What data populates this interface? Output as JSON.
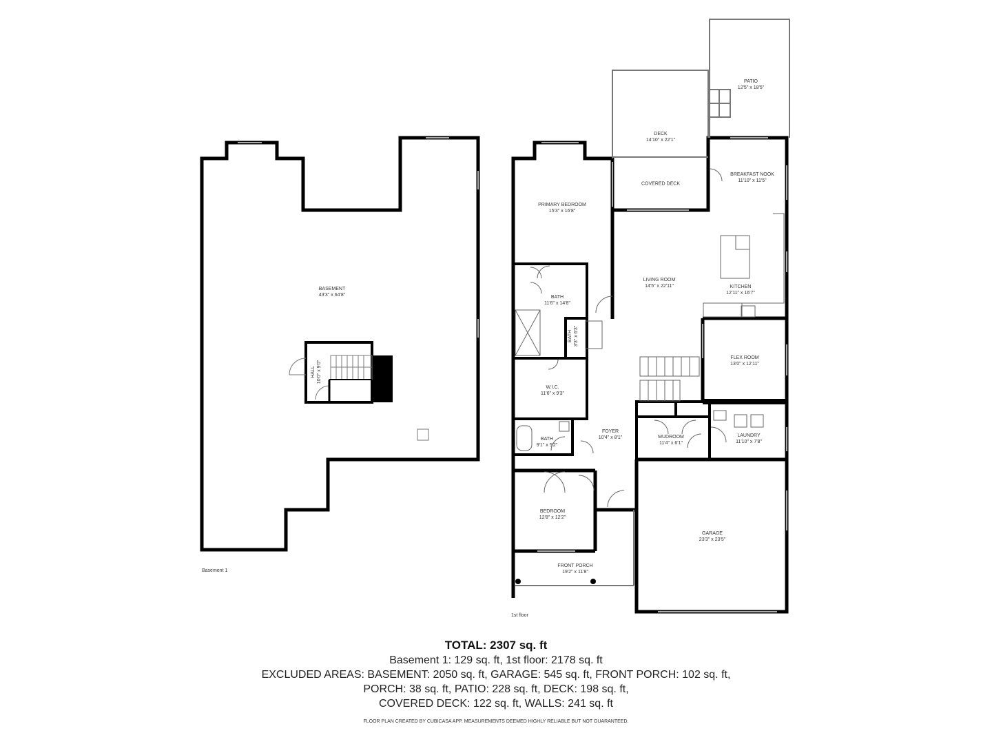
{
  "floors": [
    {
      "id": "basement",
      "label": "Basement 1"
    },
    {
      "id": "first",
      "label": "1st floor"
    }
  ],
  "rooms": {
    "basement": {
      "name": "BASEMENT",
      "dims": "43'3\" x 64'8\""
    },
    "hall": {
      "name": "HALL",
      "dims": "10'0\" x 9'0\""
    },
    "patio": {
      "name": "PATIO",
      "dims": "12'5\" x 18'5\""
    },
    "deck": {
      "name": "DECK",
      "dims": "14'10\" x 22'1\""
    },
    "covered_deck": {
      "name": "COVERED DECK",
      "dims": ""
    },
    "breakfast_nook": {
      "name": "BREAKFAST NOOK",
      "dims": "11'10\" x 11'5\""
    },
    "primary_bedroom": {
      "name": "PRIMARY BEDROOM",
      "dims": "15'3\" x 16'8\""
    },
    "living_room": {
      "name": "LIVING ROOM",
      "dims": "14'5\" x 22'11\""
    },
    "kitchen": {
      "name": "KITCHEN",
      "dims": "12'11\" x 16'7\""
    },
    "primary_bath": {
      "name": "BATH",
      "dims": "11'6\" x 14'8\""
    },
    "half_bath": {
      "name": "BATH",
      "dims": "3'3\" x 6'3\""
    },
    "flex_room": {
      "name": "FLEX ROOM",
      "dims": "13'0\" x 12'11\""
    },
    "wic": {
      "name": "W.I.C.",
      "dims": "11'6\" x 9'3\""
    },
    "foyer": {
      "name": "FOYER",
      "dims": "10'4\" x 8'1\""
    },
    "mudroom": {
      "name": "MUDROOM",
      "dims": "11'4\" x 6'1\""
    },
    "laundry": {
      "name": "LAUNDRY",
      "dims": "11'10\" x 7'8\""
    },
    "bath2": {
      "name": "BATH",
      "dims": "9'1\" x 5'2\""
    },
    "bedroom": {
      "name": "BEDROOM",
      "dims": "12'8\" x 12'2\""
    },
    "garage": {
      "name": "GARAGE",
      "dims": "23'3\" x 23'5\""
    },
    "front_porch": {
      "name": "FRONT PORCH",
      "dims": "19'2\" x 11'8\""
    }
  },
  "summary": {
    "total": "TOTAL: 2307 sq. ft",
    "lines": [
      "Basement 1: 129 sq. ft, 1st floor: 2178 sq. ft",
      "EXCLUDED AREAS: BASEMENT: 2050 sq. ft, GARAGE: 545 sq. ft, FRONT PORCH: 102 sq. ft,",
      "PORCH: 38 sq. ft, PATIO: 228 sq. ft, DECK: 198 sq. ft,",
      "COVERED DECK: 122 sq. ft, WALLS: 241 sq. ft"
    ],
    "credit": "FLOOR PLAN CREATED BY CUBICASA APP. MEASUREMENTS DEEMED HIGHLY RELIABLE BUT NOT GUARANTEED."
  }
}
